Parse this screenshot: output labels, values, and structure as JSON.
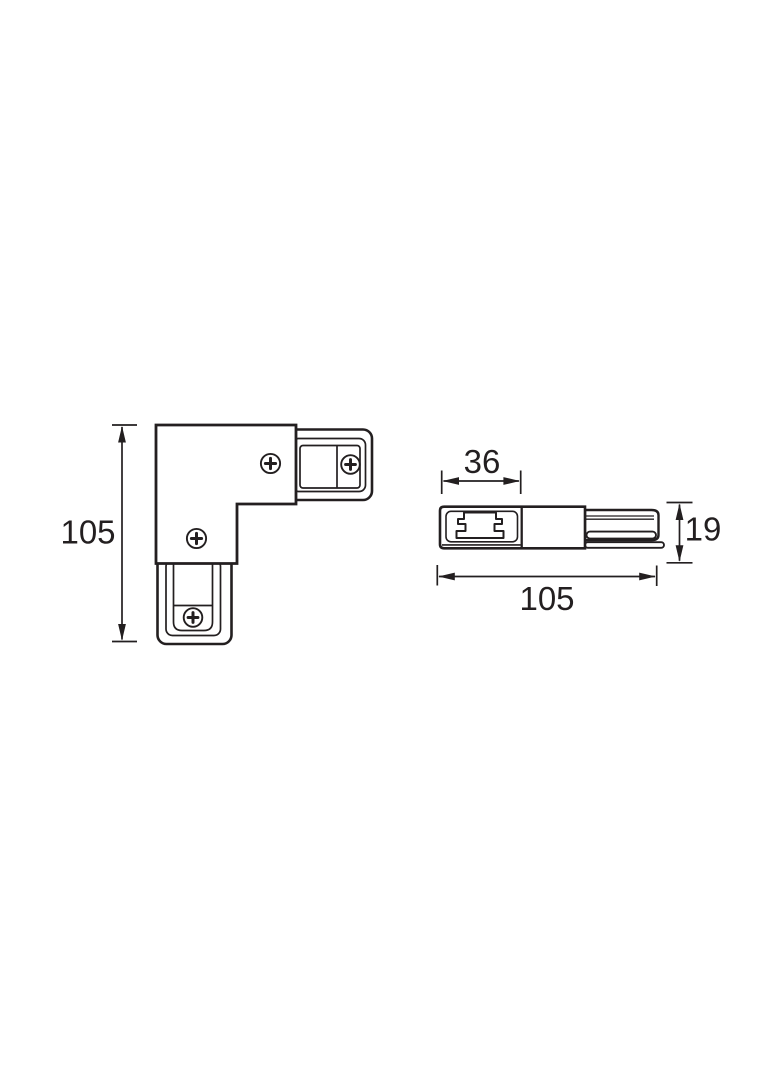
{
  "drawing": {
    "background": "#ffffff",
    "line_color": "#231f20",
    "dimensions": {
      "overall_height": "105",
      "block_width": "36",
      "profile_height": "19",
      "overall_length": "105"
    }
  }
}
